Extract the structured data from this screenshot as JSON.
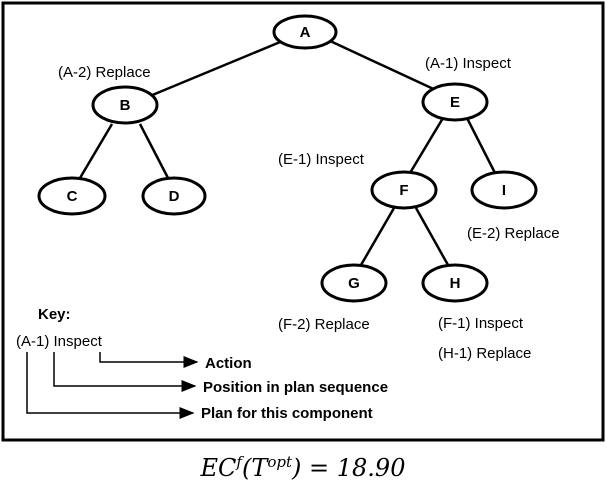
{
  "nodes": {
    "A": "A",
    "B": "B",
    "C": "C",
    "D": "D",
    "E": "E",
    "F": "F",
    "G": "G",
    "H": "H",
    "I": "I"
  },
  "annotations": {
    "A2_replace": "(A-2) Replace",
    "A1_inspect": "(A-1) Inspect",
    "E1_inspect": "(E-1) Inspect",
    "E2_replace": "(E-2) Replace",
    "F2_replace": "(F-2) Replace",
    "F1_inspect": "(F-1) Inspect",
    "H1_replace": "(H-1) Replace"
  },
  "key": {
    "title": "Key:",
    "example": "(A-1) Inspect",
    "action": "Action",
    "position": "Position in plan sequence",
    "plan": "Plan for this component"
  },
  "caption": "EC^f(T^opt) = 18.90"
}
